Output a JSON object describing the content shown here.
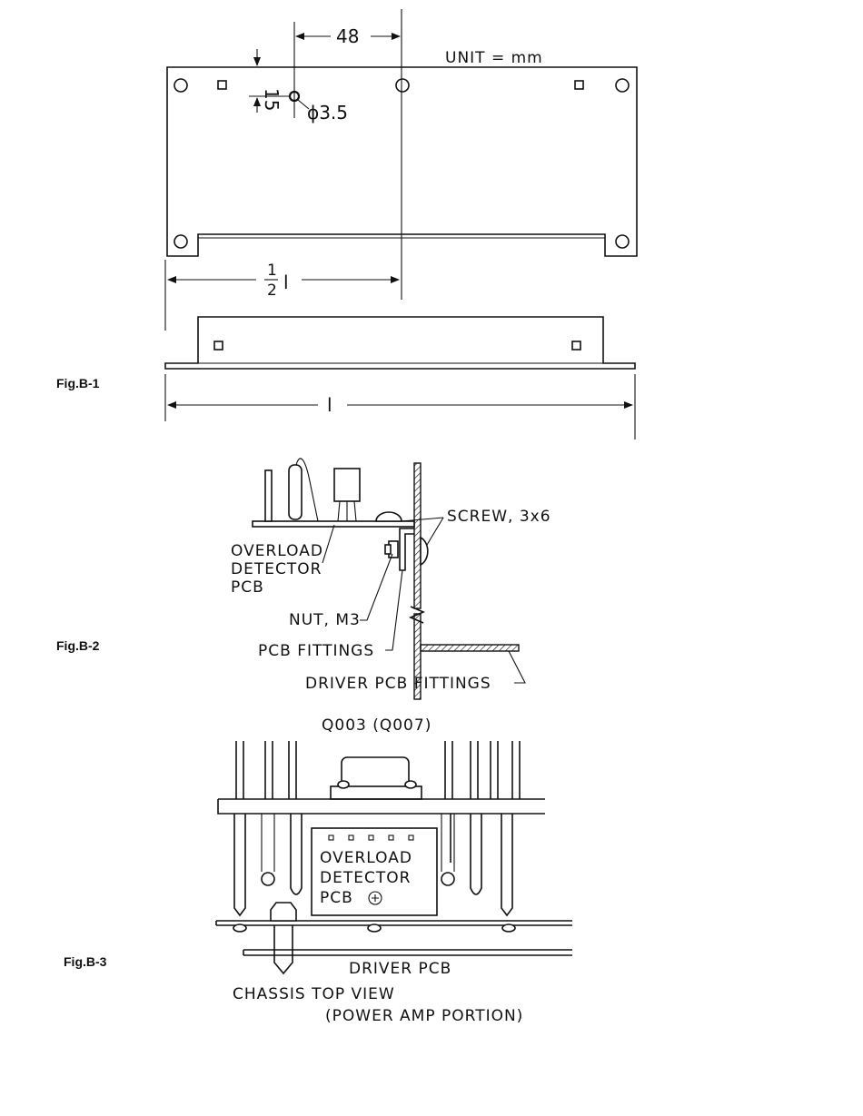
{
  "fig_b1": {
    "caption": "Fig.B-1",
    "unit_label": "UNIT = mm",
    "dim_48": "48",
    "dim_15": "15",
    "hole_dia": "ϕ3.5",
    "half_num": "1",
    "half_den": "2",
    "half_l": "l",
    "length_l": "l"
  },
  "fig_b2": {
    "caption": "Fig.B-2",
    "screw": "SCREW, 3x6",
    "detector_line1": "OVERLOAD",
    "detector_line2": "DETECTOR",
    "detector_line3": "PCB",
    "nut": "NUT, M3",
    "pcb_fittings": "PCB FITTINGS",
    "driver_fittings": "DRIVER PCB FITTINGS"
  },
  "fig_b3": {
    "caption": "Fig.B-3",
    "transistor": "Q003 (Q007)",
    "detector_line1": "OVERLOAD",
    "detector_line2": "DETECTOR",
    "detector_line3": "PCB",
    "driver_pcb": "DRIVER PCB",
    "title_line1": "CHASSIS TOP VIEW",
    "title_line2": "(POWER AMP PORTION)"
  }
}
